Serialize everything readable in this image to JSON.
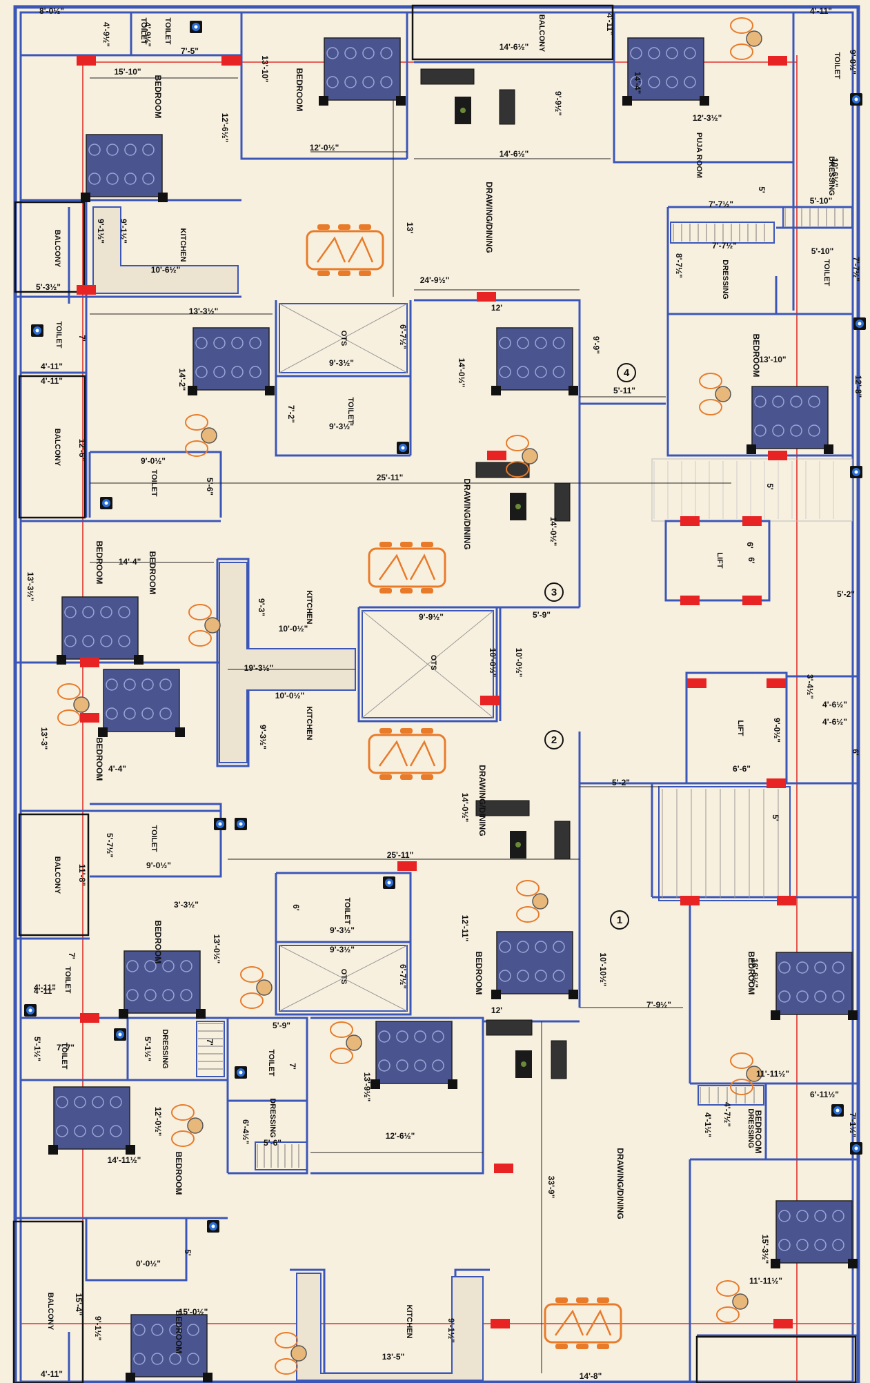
{
  "units": [
    {
      "badge": "1"
    },
    {
      "badge": "2"
    },
    {
      "badge": "3"
    },
    {
      "badge": "4"
    }
  ],
  "room_labels": [
    {
      "text": "BEDROOM"
    },
    {
      "text": "BEDROOM"
    },
    {
      "text": "BEDROOM"
    },
    {
      "text": "BEDROOM"
    },
    {
      "text": "BEDROOM"
    },
    {
      "text": "BEDROOM"
    },
    {
      "text": "BEDROOM"
    },
    {
      "text": "BEDROOM"
    },
    {
      "text": "BEDROOM"
    },
    {
      "text": "BEDROOM"
    },
    {
      "text": "BEDROOM"
    },
    {
      "text": "BEDROOM"
    },
    {
      "text": "TOILET"
    },
    {
      "text": "TOILET"
    },
    {
      "text": "TOILET"
    },
    {
      "text": "TOILET"
    },
    {
      "text": "TOILET"
    },
    {
      "text": "TOILET"
    },
    {
      "text": "TOILET"
    },
    {
      "text": "TOILET"
    },
    {
      "text": "TOILET"
    },
    {
      "text": "TOILET"
    },
    {
      "text": "TOILET"
    },
    {
      "text": "TOILET"
    },
    {
      "text": "BALCONY"
    },
    {
      "text": "BALCONY"
    },
    {
      "text": "BALCONY"
    },
    {
      "text": "BALCONY"
    },
    {
      "text": "BALCONY"
    },
    {
      "text": "KITCHEN"
    },
    {
      "text": "KITCHEN"
    },
    {
      "text": "KITCHEN"
    },
    {
      "text": "KITCHEN"
    },
    {
      "text": "DRAWING/DINING"
    },
    {
      "text": "DRAWING/DINING"
    },
    {
      "text": "DRAWING/DINING"
    },
    {
      "text": "DRAWING/DINING"
    },
    {
      "text": "DRESSING"
    },
    {
      "text": "DRESSING"
    },
    {
      "text": "DRESSING"
    },
    {
      "text": "DRESSING"
    },
    {
      "text": "DRESSING"
    },
    {
      "text": "OTS"
    },
    {
      "text": "OTS"
    },
    {
      "text": "OTS"
    },
    {
      "text": "LIFT"
    },
    {
      "text": "LIFT"
    },
    {
      "text": "PUJA ROOM"
    }
  ],
  "dimensions": [
    {
      "text": "8'-0½\""
    },
    {
      "text": "4'-9½\""
    },
    {
      "text": "4'-9½\""
    },
    {
      "text": "7'-5\""
    },
    {
      "text": "15'-10\""
    },
    {
      "text": "12'-6½\""
    },
    {
      "text": "13'-10\""
    },
    {
      "text": "12'-0½\""
    },
    {
      "text": "14'-6½\""
    },
    {
      "text": "4'-11\""
    },
    {
      "text": "9'-9½\""
    },
    {
      "text": "14'-6½\""
    },
    {
      "text": "14'-4\""
    },
    {
      "text": "12'-3½\""
    },
    {
      "text": "4'-11\""
    },
    {
      "text": "9'-0½\""
    },
    {
      "text": "10'-6½\""
    },
    {
      "text": "9'-1½\""
    },
    {
      "text": "9'-1½\""
    },
    {
      "text": "10'-6½\""
    },
    {
      "text": "5'-3½\""
    },
    {
      "text": "13'"
    },
    {
      "text": "24'-9½\""
    },
    {
      "text": "7'-7½\""
    },
    {
      "text": "7'-7½\""
    },
    {
      "text": "5'-10\""
    },
    {
      "text": "5'-10\""
    },
    {
      "text": "8'-7½\""
    },
    {
      "text": "7'-7½\""
    },
    {
      "text": "5'"
    },
    {
      "text": "13'-3½\""
    },
    {
      "text": "7'"
    },
    {
      "text": "4'-11\""
    },
    {
      "text": "4'-11\""
    },
    {
      "text": "12'-6\""
    },
    {
      "text": "14'-2\""
    },
    {
      "text": "6'-7½\""
    },
    {
      "text": "9'-3½\""
    },
    {
      "text": "7'-2\""
    },
    {
      "text": "9'-3½\""
    },
    {
      "text": "12'"
    },
    {
      "text": "14'-0½\""
    },
    {
      "text": "9'-9\""
    },
    {
      "text": "5'-11\""
    },
    {
      "text": "13'-10\""
    },
    {
      "text": "12'-8\""
    },
    {
      "text": "9'-0½\""
    },
    {
      "text": "5'-6\""
    },
    {
      "text": "25'-11\""
    },
    {
      "text": "14'-0½\""
    },
    {
      "text": "5'"
    },
    {
      "text": "6'"
    },
    {
      "text": "6'"
    },
    {
      "text": "5'-2\""
    },
    {
      "text": "14'-4\""
    },
    {
      "text": "13'-3½\""
    },
    {
      "text": "9'-3\""
    },
    {
      "text": "10'-0½\""
    },
    {
      "text": "19'-3½\""
    },
    {
      "text": "10'-0½\""
    },
    {
      "text": "9'-3½\""
    },
    {
      "text": "9'-9½\""
    },
    {
      "text": "5'-9\""
    },
    {
      "text": "10'-0½\""
    },
    {
      "text": "10'-0½\""
    },
    {
      "text": "3'-4½\""
    },
    {
      "text": "4'-6½\""
    },
    {
      "text": "4'-6½\""
    },
    {
      "text": "9'-0½\""
    },
    {
      "text": "6'"
    },
    {
      "text": "6'-6\""
    },
    {
      "text": "13'-3\""
    },
    {
      "text": "4'-4\""
    },
    {
      "text": "14'-0½\""
    },
    {
      "text": "5'-2\""
    },
    {
      "text": "5'"
    },
    {
      "text": "5'-7½\""
    },
    {
      "text": "9'-0½\""
    },
    {
      "text": "11'-8\""
    },
    {
      "text": "25'-11\""
    },
    {
      "text": "3'-3½\""
    },
    {
      "text": "6'"
    },
    {
      "text": "9'-3½\""
    },
    {
      "text": "9'-3½\""
    },
    {
      "text": "13'-0½\""
    },
    {
      "text": "12'-11\""
    },
    {
      "text": "10'-10½\""
    },
    {
      "text": "4'-11\""
    },
    {
      "text": "7'"
    },
    {
      "text": "4'-11\""
    },
    {
      "text": "6'-7½\""
    },
    {
      "text": "12'"
    },
    {
      "text": "7'-9½\""
    },
    {
      "text": "16'-6½\""
    },
    {
      "text": "5'-1½\""
    },
    {
      "text": "7'-7\""
    },
    {
      "text": "5'-1½\""
    },
    {
      "text": "7'"
    },
    {
      "text": "5'-9\""
    },
    {
      "text": "7'"
    },
    {
      "text": "13'-9½\""
    },
    {
      "text": "11'-11½\""
    },
    {
      "text": "12'-0½\""
    },
    {
      "text": "14'-11½\""
    },
    {
      "text": "6'-4½\""
    },
    {
      "text": "5'-6\""
    },
    {
      "text": "12'-6½\""
    },
    {
      "text": "4'-7½\""
    },
    {
      "text": "4'-1½\""
    },
    {
      "text": "6'-11½\""
    },
    {
      "text": "7'-1½\""
    },
    {
      "text": "33'-9\""
    },
    {
      "text": "0'-0½\""
    },
    {
      "text": "5'"
    },
    {
      "text": "15'-4\""
    },
    {
      "text": "9'-1½\""
    },
    {
      "text": "15'-0½\""
    },
    {
      "text": "13'-5\""
    },
    {
      "text": "9'-1½\""
    },
    {
      "text": "15'-3½\""
    },
    {
      "text": "11'-11½\""
    },
    {
      "text": "4'-11\""
    },
    {
      "text": "14'-8\""
    }
  ],
  "colors": {
    "background": "#f8f0df",
    "wall": "#3a56b8",
    "grid_line": "#e0302b",
    "column": "#e82323",
    "furniture_orange": "#e87b2a",
    "bed": "#4a5590"
  }
}
